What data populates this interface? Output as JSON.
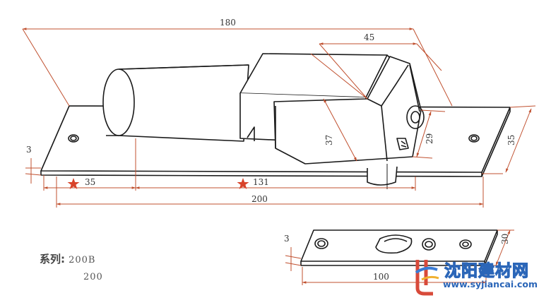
{
  "dimensions": {
    "d180": "180",
    "d45": "45",
    "d37": "37",
    "d29": "29",
    "d35_right": "35",
    "d3_left": "3",
    "d35_bottom": "35",
    "d131": "131",
    "d200": "200",
    "d3_small": "3",
    "d30": "30",
    "d100": "100"
  },
  "series": {
    "label": "系列:",
    "value_1": "200B",
    "value_2": "200"
  },
  "watermark": {
    "name": "沈阳建材网",
    "url": "www.syjiancai.com"
  },
  "colors": {
    "outline": "#1a1a1a",
    "dimension": "#c0502f",
    "star": "#d8432a",
    "watermark": "#2b66b8"
  }
}
